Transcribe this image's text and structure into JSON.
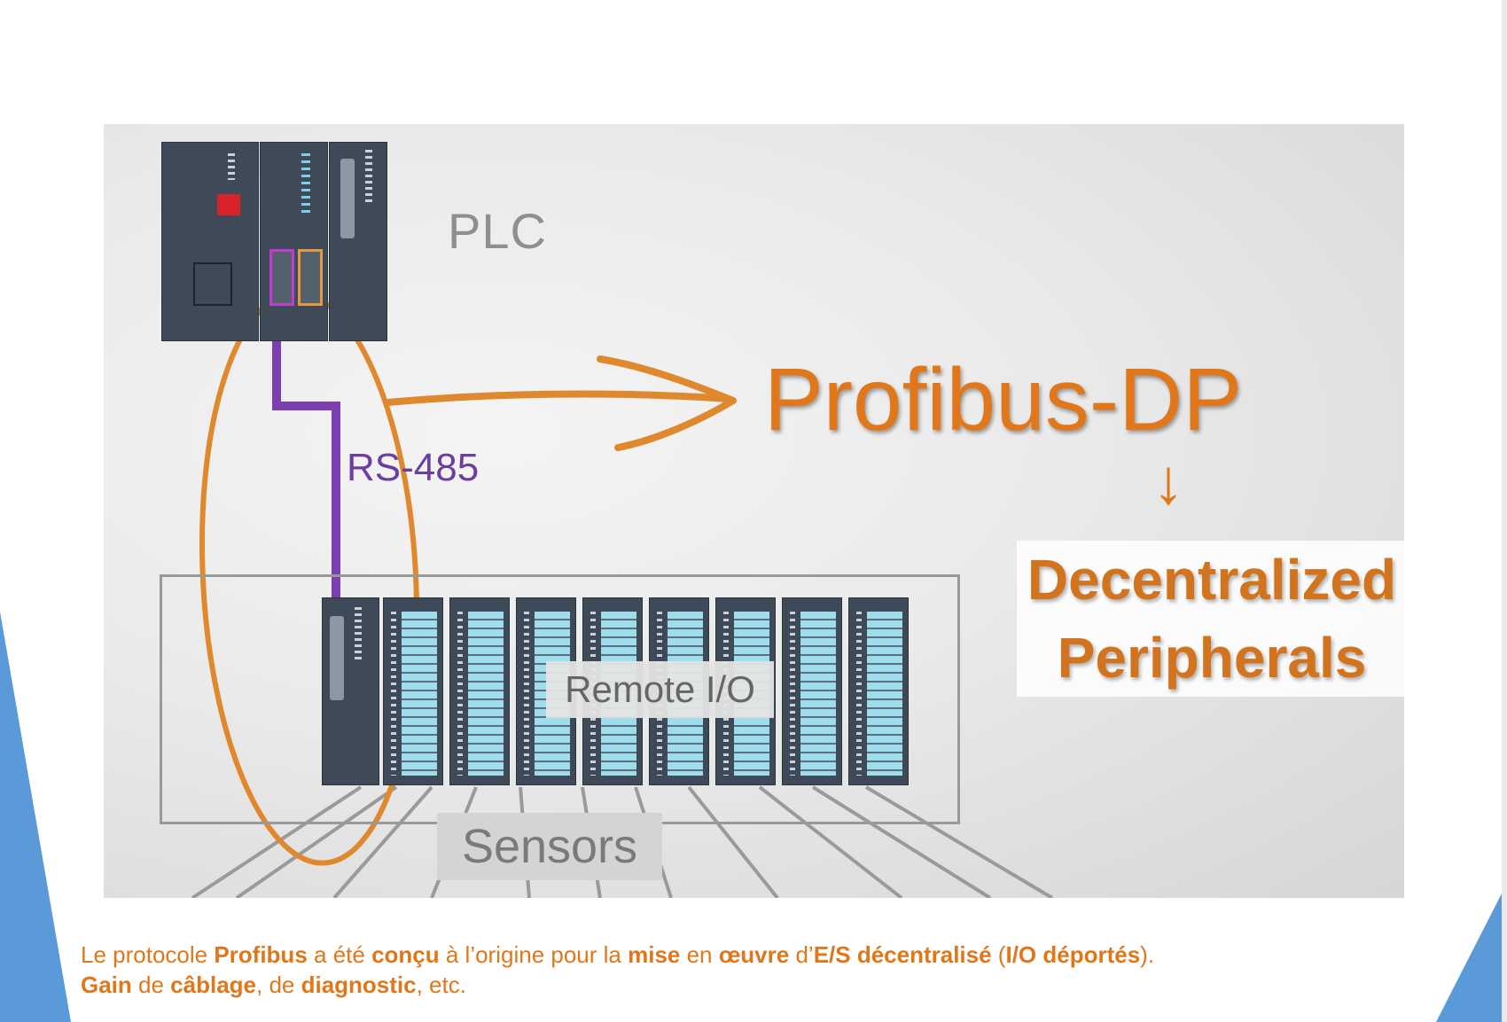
{
  "diagram": {
    "plc_label": "PLC",
    "cable_label": "RS-485",
    "protocol_label": "Profibus-DP",
    "result_line1": "Decentralized",
    "result_line2": "Peripherals",
    "io_label": "Remote I/O",
    "sensors_label": "Sensors",
    "io_module_count": 8
  },
  "caption": {
    "line1": [
      {
        "text": "Le protocole ",
        "bold": false
      },
      {
        "text": "Profibus",
        "bold": true
      },
      {
        "text": " a été ",
        "bold": false
      },
      {
        "text": "conçu",
        "bold": true
      },
      {
        "text": " à l’origine pour la ",
        "bold": false
      },
      {
        "text": "mise",
        "bold": true
      },
      {
        "text": " en ",
        "bold": false
      },
      {
        "text": "œuvre",
        "bold": true
      },
      {
        "text": " d’",
        "bold": false
      },
      {
        "text": "E/S décentralisé",
        "bold": true
      },
      {
        "text": " (",
        "bold": false
      },
      {
        "text": "I/O déportés",
        "bold": true
      },
      {
        "text": ").",
        "bold": false
      }
    ],
    "line2": [
      {
        "text": "Gain",
        "bold": true
      },
      {
        "text": " de ",
        "bold": false
      },
      {
        "text": "câblage",
        "bold": true
      },
      {
        "text": ", de ",
        "bold": false
      },
      {
        "text": "diagnostic",
        "bold": true
      },
      {
        "text": ", etc.",
        "bold": false
      }
    ]
  },
  "colors": {
    "accent_orange": "#e0781b",
    "cable_purple": "#6b3fa0",
    "slide_blue": "#5a9ad8"
  }
}
